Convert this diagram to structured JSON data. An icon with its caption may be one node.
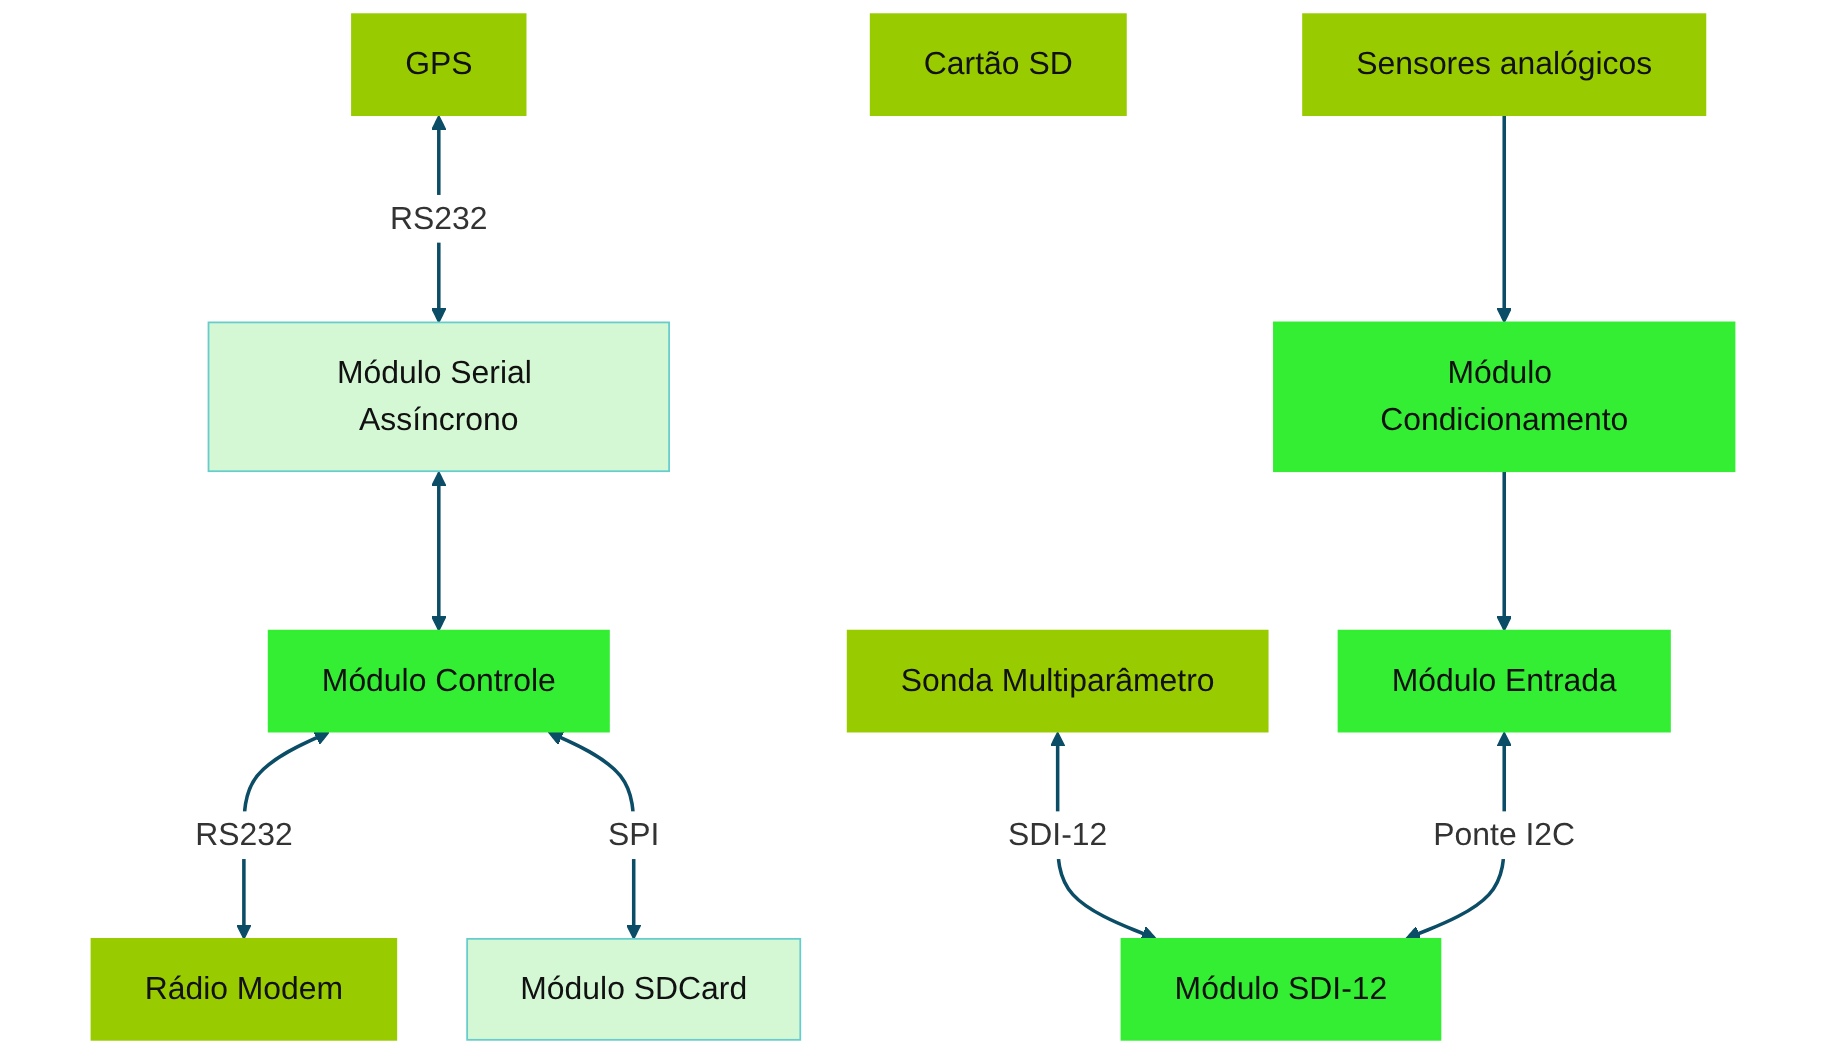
{
  "diagram": {
    "nodes": [
      {
        "text": [
          "GPS"
        ]
      },
      {
        "text": [
          "Módulo Serial Assíncrono"
        ]
      },
      {
        "text": [
          "Sonda Multiparâmetro"
        ]
      },
      {
        "text": [
          "Módulo Entrada"
        ]
      },
      {
        "text": [
          "Módulo SDI-12"
        ]
      },
      {
        "text": [
          "Módulo Controle"
        ]
      },
      {
        "text": [
          "Módulo Condicionamento"
        ]
      },
      {
        "text": [
          "Módulo SDCard"
        ]
      },
      {
        "text": [
          "Rádio Modem"
        ]
      },
      {
        "text": [
          "Cartão SD"
        ]
      },
      {
        "text": [
          "Sensores analógicos"
        ]
      }
    ],
    "edges": [
      {
        "from": 0,
        "to": 1,
        "arrow": "both",
        "label": "RS232"
      },
      {
        "from": 2,
        "to": 4,
        "arrow": "both",
        "label": "SDI-12"
      },
      {
        "from": 3,
        "to": 4,
        "arrow": "both",
        "label": "Ponte I2C"
      },
      {
        "from": 1,
        "to": 5,
        "arrow": "both"
      },
      {
        "from": 5,
        "to": 8,
        "arrow": "both",
        "label": "RS232"
      },
      {
        "from": 5,
        "to": 7,
        "arrow": "both",
        "label": "SPI"
      },
      {
        "from": 6,
        "to": 3,
        "arrow": "to"
      },
      {
        "from": 10,
        "to": 6,
        "arrow": "to"
      }
    ]
  }
}
